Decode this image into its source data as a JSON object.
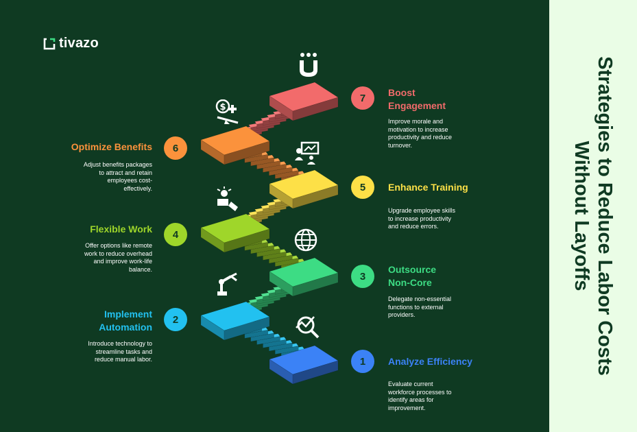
{
  "brand": {
    "name": "tivazo"
  },
  "title": "Strategies to Reduce Labor Costs\nWithout Layoffs",
  "colors": {
    "background": "#0f3a22",
    "sidebar": "#eafde6"
  },
  "steps": [
    {
      "number": "1",
      "title": "Analyze Efficiency",
      "description": "Evaluate current\nworkforce processes to\nidentify areas for\nimprovement.",
      "color": "#3b82f6",
      "icon": "chart-magnifier-icon"
    },
    {
      "number": "2",
      "title": "Implement\nAutomation",
      "description": "Introduce technology to\nstreamline tasks and\nreduce manual labor.",
      "color": "#22c1f0",
      "icon": "robotic-arm-icon"
    },
    {
      "number": "3",
      "title": "Outsource\nNon-Core",
      "description": "Delegate non-essential\nfunctions to external\nproviders.",
      "color": "#3ddc84",
      "icon": "globe-refresh-icon"
    },
    {
      "number": "4",
      "title": "Flexible Work",
      "description": "Offer options like remote\nwork to reduce overhead\nand improve work-life\nbalance.",
      "color": "#9fd62a",
      "icon": "remote-work-icon"
    },
    {
      "number": "5",
      "title": "Enhance Training",
      "description": "Upgrade employee skills\nto increase productivity\nand reduce errors.",
      "color": "#fde047",
      "icon": "presentation-icon"
    },
    {
      "number": "6",
      "title": "Optimize Benefits",
      "description": "Adjust benefits packages\nto attract and retain\nemployees cost-\neffectively.",
      "color": "#fb923c",
      "icon": "dollar-scale-icon"
    },
    {
      "number": "7",
      "title": "Boost\nEngagement",
      "description": "Improve morale and\nmotivation to increase\nproductivity and reduce\nturnover.",
      "color": "#f26b6b",
      "icon": "people-magnet-icon"
    }
  ]
}
